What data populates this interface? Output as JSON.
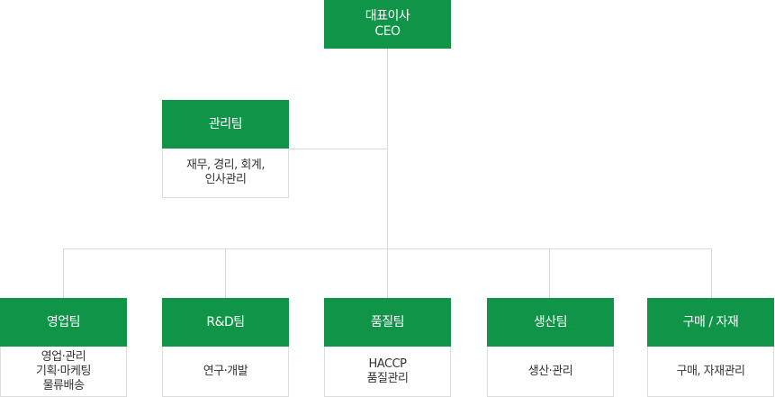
{
  "ceo": {
    "title": "대표이사",
    "subtitle": "CEO"
  },
  "management": {
    "title": "관리팀",
    "desc": "재무, 경리, 회계,\n인사관리"
  },
  "teams": [
    {
      "title": "영업팀",
      "desc": "영업·관리\n기획·마케팅\n물류배송"
    },
    {
      "title": "R&D팀",
      "desc": "연구·개발"
    },
    {
      "title": "품질팀",
      "desc": "HACCP\n품질관리"
    },
    {
      "title": "생산팀",
      "desc": "생산·관리"
    },
    {
      "title": "구매 / 자재",
      "desc": "구매, 자재관리"
    }
  ],
  "colors": {
    "green": "#0f9448",
    "line": "#d9d9d9"
  }
}
